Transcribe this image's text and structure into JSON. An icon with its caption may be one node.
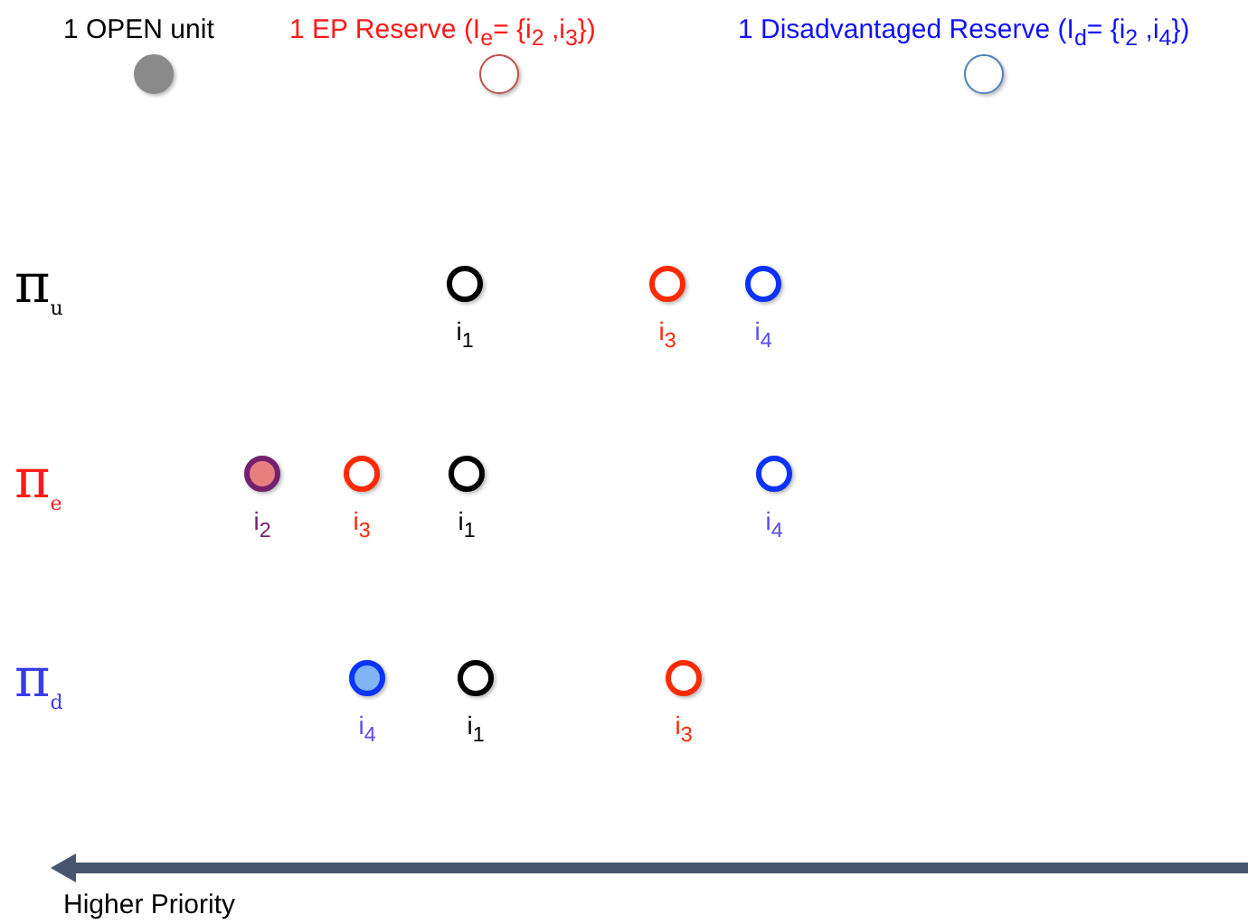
{
  "diagram": {
    "nodes": [
      {
        "text": [],
        "shape": "circle",
        "beside": [
          "i$_{1}$"
        ]
      },
      {
        "text": [],
        "shape": "circle",
        "beside": [
          "i$_{3}$"
        ]
      },
      {
        "text": [],
        "shape": "circle",
        "beside": [
          "i$_{4}$"
        ]
      },
      {
        "text": [],
        "shape": "circle",
        "beside": [
          "i$_{2}$"
        ]
      },
      {
        "text": [],
        "shape": "circle",
        "beside": [
          "i$_{3}$"
        ]
      },
      {
        "text": [],
        "shape": "circle",
        "beside": [
          "i$_{1}$"
        ]
      },
      {
        "text": [],
        "shape": "circle",
        "beside": [
          "i$_{4}$"
        ]
      },
      {
        "text": [],
        "shape": "circle",
        "beside": [
          "i$_{4}$"
        ]
      },
      {
        "text": [],
        "shape": "circle",
        "beside": [
          "i$_{1}$"
        ]
      },
      {
        "text": [],
        "shape": "circle",
        "beside": [
          "i$_{3}$"
        ]
      }
    ],
    "labels": [
      "π$_{u}$",
      "π$_{e}$",
      "π$_{d}$",
      "Higher Priority"
    ],
    "legend": [
      {
        "text": "1 OPEN unit"
      },
      {
        "text": "1 EP Reserve  (I$_{e}$= {i$_{2}$ ,i$_{3}$})"
      },
      {
        "text": "1 Disadvantaged Reserve  (I$_{d}$= {i$_{2}$ ,i$_{4}$})"
      }
    ]
  }
}
